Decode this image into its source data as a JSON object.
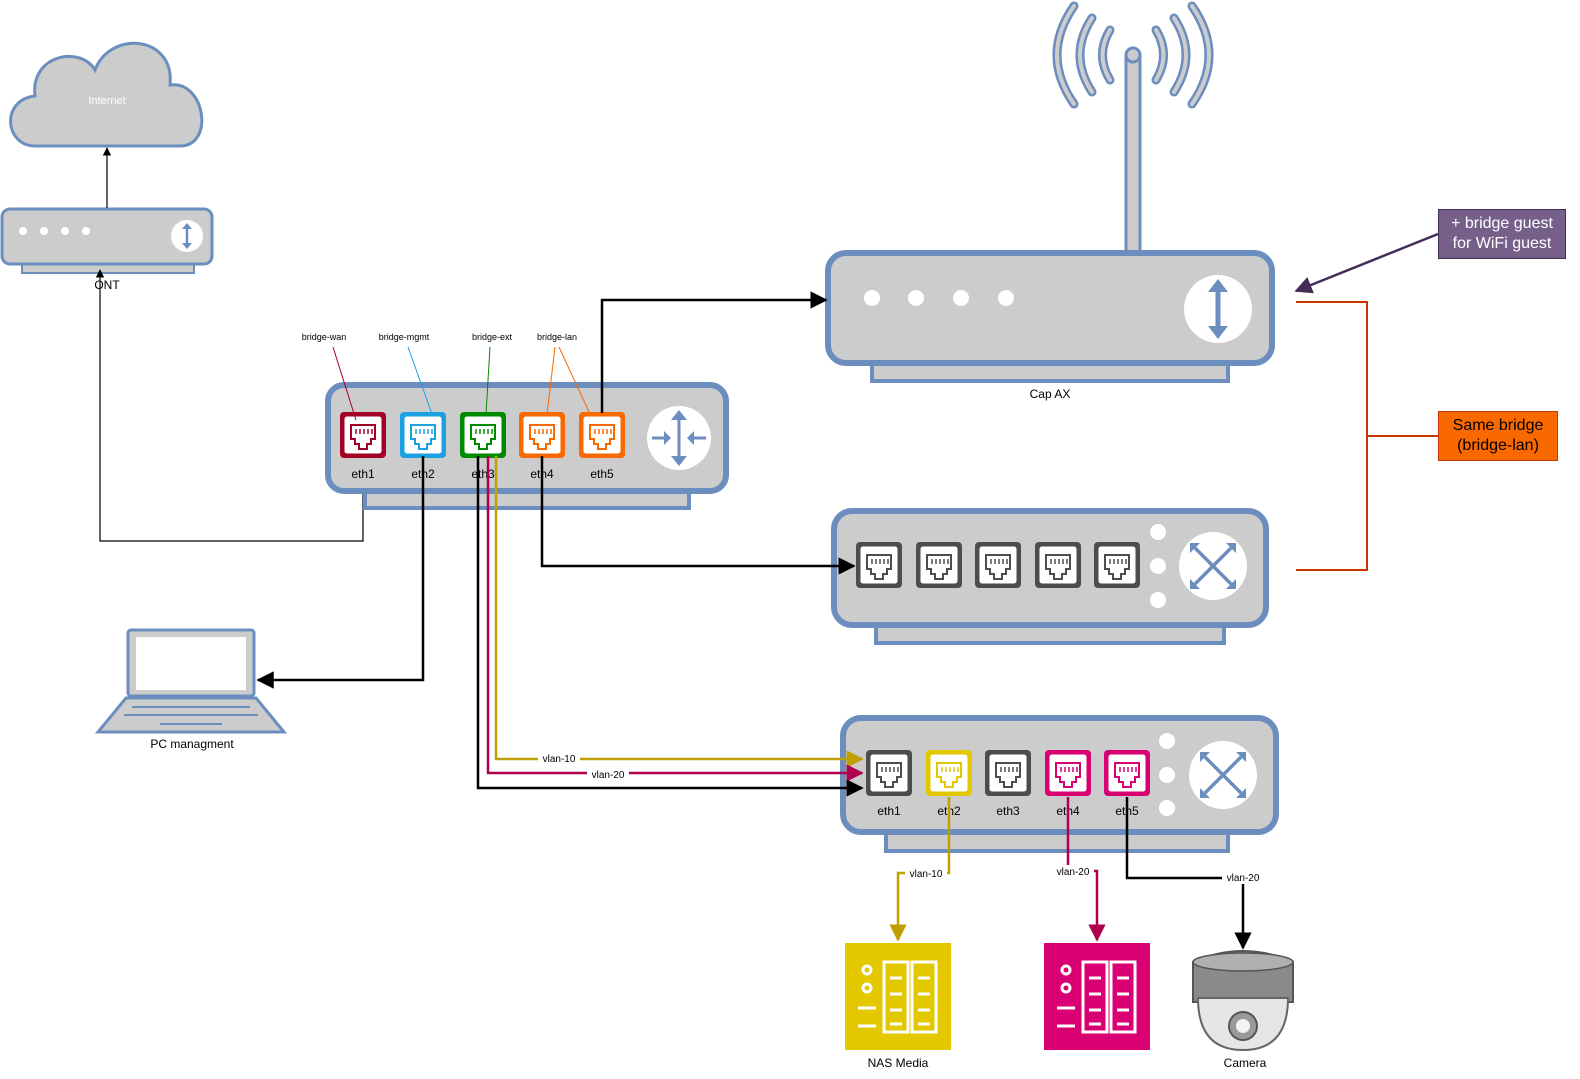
{
  "internet": {
    "label": "Internet"
  },
  "ont": {
    "label": "ONT"
  },
  "router": {
    "bridges": [
      "bridge-wan",
      "bridge-mgmt",
      "bridge-ext",
      "bridge-lan"
    ],
    "ports": [
      "eth1",
      "eth2",
      "eth3",
      "eth4",
      "eth5"
    ]
  },
  "cap": {
    "label": "Cap AX"
  },
  "pc": {
    "label": "PC managment"
  },
  "switch2": {
    "ports": [
      "eth1",
      "eth2",
      "eth3",
      "eth4",
      "eth5"
    ]
  },
  "vlans": {
    "v10": "vlan-10",
    "v20": "vlan-20"
  },
  "devices": {
    "nas": "NAS Media",
    "camera": "Camera"
  },
  "notes": {
    "guest_line1": "+ bridge guest",
    "guest_line2": "for WiFi guest",
    "same_line1": "Same bridge",
    "same_line2": "(bridge-lan)"
  },
  "colors": {
    "device_fill": "#cccccc",
    "device_stroke": "#6c8ebf",
    "wan": "#a20025",
    "mgmt": "#1ba1e2",
    "ext": "#008a00",
    "lan": "#fa6800",
    "vlan10": "#c0a000",
    "vlan20": "#b0004d",
    "magenta": "#d80073",
    "yellow": "#e3c800",
    "guest_note": "#76608a",
    "same_note": "#fa6800"
  }
}
